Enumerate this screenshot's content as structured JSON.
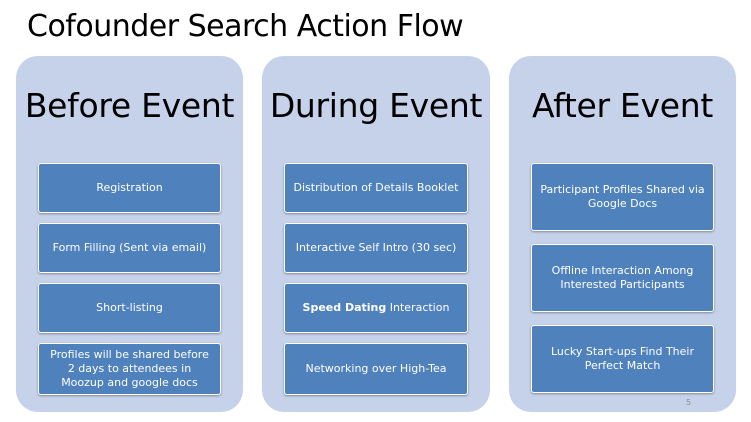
{
  "title": "Cofounder Search Action Flow",
  "columns": [
    {
      "heading": "Before Event",
      "steps": [
        {
          "text": "Registration"
        },
        {
          "text": "Form Filling (Sent via email)"
        },
        {
          "text": "Short-listing"
        },
        {
          "text": "Profiles will be shared before 2 days to attendees in Moozup and google docs"
        }
      ]
    },
    {
      "heading": "During Event",
      "steps": [
        {
          "text": "Distribution of Details Booklet"
        },
        {
          "text": "Interactive Self Intro (30 sec)"
        },
        {
          "bold": "Speed Dating",
          "text": " Interaction"
        },
        {
          "text": "Networking over High-Tea"
        }
      ]
    },
    {
      "heading": "After Event",
      "steps": [
        {
          "text": "Participant Profiles Shared via Google Docs"
        },
        {
          "text": "Offline Interaction Among Interested Participants"
        },
        {
          "text": "Lucky Start-ups Find Their Perfect Match"
        }
      ]
    }
  ],
  "page_number": "5",
  "colors": {
    "column_fill": "#c6d2ea",
    "step_fill": "#4f81bd",
    "step_text": "#ffffff"
  }
}
